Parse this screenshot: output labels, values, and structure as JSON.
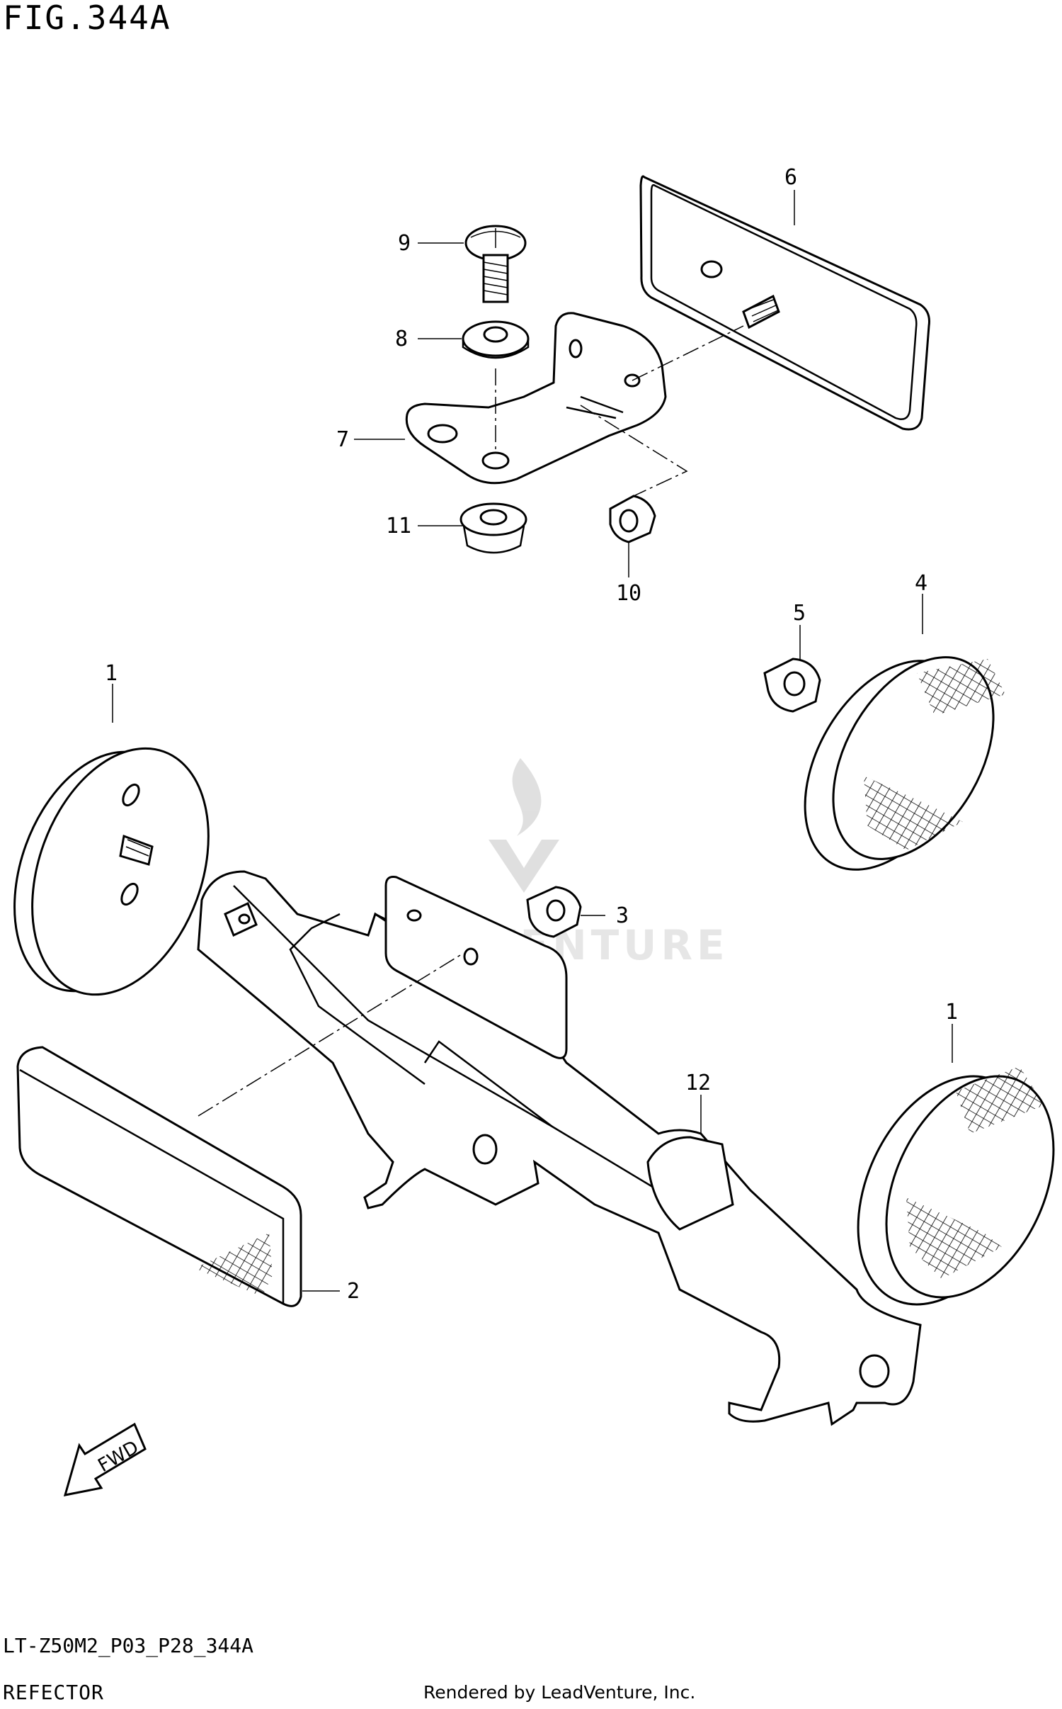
{
  "figure": {
    "title": "FIG.344A",
    "model_code": "LT-Z50M2_P03_P28_344A",
    "section_name": "REFECTOR",
    "credit": "Rendered by LeadVenture, Inc.",
    "watermark": "LEADVENTURE",
    "direction_label": "FWD"
  },
  "callouts": [
    {
      "id": "c6",
      "label": "6"
    },
    {
      "id": "c9",
      "label": "9"
    },
    {
      "id": "c8",
      "label": "8"
    },
    {
      "id": "c7",
      "label": "7"
    },
    {
      "id": "c11",
      "label": "11"
    },
    {
      "id": "c10",
      "label": "10"
    },
    {
      "id": "c5",
      "label": "5"
    },
    {
      "id": "c4",
      "label": "4"
    },
    {
      "id": "c1a",
      "label": "1"
    },
    {
      "id": "c3",
      "label": "3"
    },
    {
      "id": "c1b",
      "label": "1"
    },
    {
      "id": "c12",
      "label": "12"
    },
    {
      "id": "c2",
      "label": "2"
    }
  ],
  "colors": {
    "line": "#000000",
    "background": "#ffffff",
    "watermark": "#e6e6e6"
  }
}
